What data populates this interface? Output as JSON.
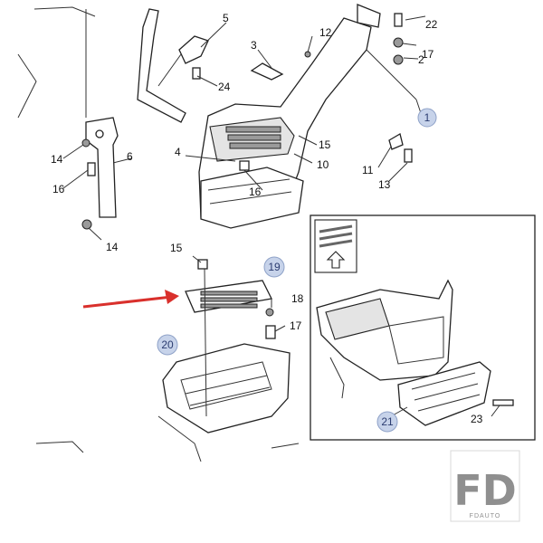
{
  "callouts": [
    {
      "id": "1",
      "label": "1",
      "highlight": true
    },
    {
      "id": "2",
      "label": "2"
    },
    {
      "id": "3",
      "label": "3"
    },
    {
      "id": "4",
      "label": "4"
    },
    {
      "id": "5",
      "label": "5"
    },
    {
      "id": "6",
      "label": "6"
    },
    {
      "id": "10",
      "label": "10"
    },
    {
      "id": "11",
      "label": "11"
    },
    {
      "id": "12",
      "label": "12"
    },
    {
      "id": "13",
      "label": "13"
    },
    {
      "id": "14a",
      "label": "14"
    },
    {
      "id": "14b",
      "label": "14"
    },
    {
      "id": "15a",
      "label": "15"
    },
    {
      "id": "15b",
      "label": "15"
    },
    {
      "id": "16a",
      "label": "16"
    },
    {
      "id": "16b",
      "label": "16"
    },
    {
      "id": "17a",
      "label": "17"
    },
    {
      "id": "17b",
      "label": "17"
    },
    {
      "id": "18",
      "label": "18"
    },
    {
      "id": "19",
      "label": "19",
      "highlight": true
    },
    {
      "id": "20",
      "label": "20",
      "highlight": true
    },
    {
      "id": "21",
      "label": "21",
      "highlight": true
    },
    {
      "id": "22",
      "label": "22"
    },
    {
      "id": "23",
      "label": "23"
    },
    {
      "id": "24",
      "label": "24"
    }
  ],
  "colors": {
    "highlight_fill": "#c7d3ea",
    "highlight_stroke": "#8fa2c8",
    "arrow": "#d9302c",
    "logo": "#8f8f8f"
  },
  "icons": [
    "red-arrow-pointer-icon",
    "direction-arrow-icon"
  ],
  "logo": {
    "mark": "FD",
    "name": "FDAUTO"
  }
}
